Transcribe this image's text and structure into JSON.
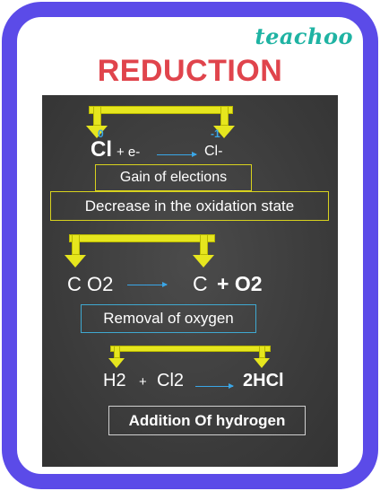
{
  "brand": "teachoo",
  "title": "REDUCTION",
  "colors": {
    "frame": "#5b4be8",
    "title": "#e0444c",
    "brand": "#1fb3a3",
    "arrow": "#e6e61e",
    "accent": "#3aa6e6",
    "board": "#3c3c3c"
  },
  "example1": {
    "reactant": "Cl",
    "plus_electron": "+ e-",
    "product": "Cl-",
    "ox_before": "0",
    "ox_after": "-1",
    "label_1": "Gain of elections",
    "label_2": "Decrease in the oxidation state"
  },
  "example2": {
    "reactant": "C O2",
    "product_c": "C",
    "product_o2": "+ O2",
    "label": "Removal  of oxygen"
  },
  "example3": {
    "reactant_h2": "H2",
    "plus": "+",
    "reactant_cl2": "Cl2",
    "product": "2HCl",
    "label": "Addition Of hydrogen"
  }
}
